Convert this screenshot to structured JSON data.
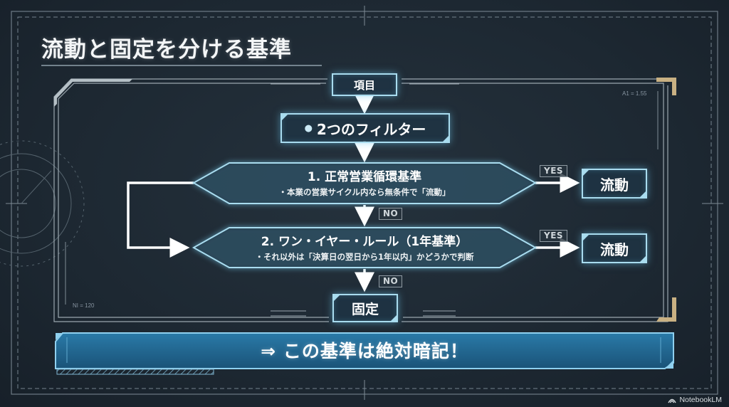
{
  "slide": {
    "title": "流動と固定を分ける基準",
    "colors": {
      "background": "#1e2933",
      "accent_cyan": "#a9dcef",
      "banner_blue": "#1f5f86",
      "corner_gold": "#c9b183",
      "tag_gray": "#8f9aa2"
    }
  },
  "flowchart": {
    "start_node": "項目",
    "filter_node": "2つのフィルター",
    "filter_bullet": "●",
    "decision1": {
      "title": "1. 正常営業循環基準",
      "detail": "・本業の営業サイクル内なら無条件で「流動」",
      "yes_label": "YES",
      "yes_result": "流動",
      "no_label": "NO"
    },
    "decision2": {
      "title": "2. ワン・イヤー・ルール（1年基準）",
      "detail": "・それ以外は「決算日の翌日から1年以内」かどうかで判断",
      "yes_label": "YES",
      "yes_result": "流動",
      "no_label": "NO"
    },
    "end_node": "固定"
  },
  "banner": {
    "text": "⇒ この基準は絶対暗記！"
  },
  "annotations": {
    "top_right": "A1 = 1.55",
    "bottom_left": "NI = 120"
  },
  "watermark": {
    "text": "NotebookLM"
  }
}
